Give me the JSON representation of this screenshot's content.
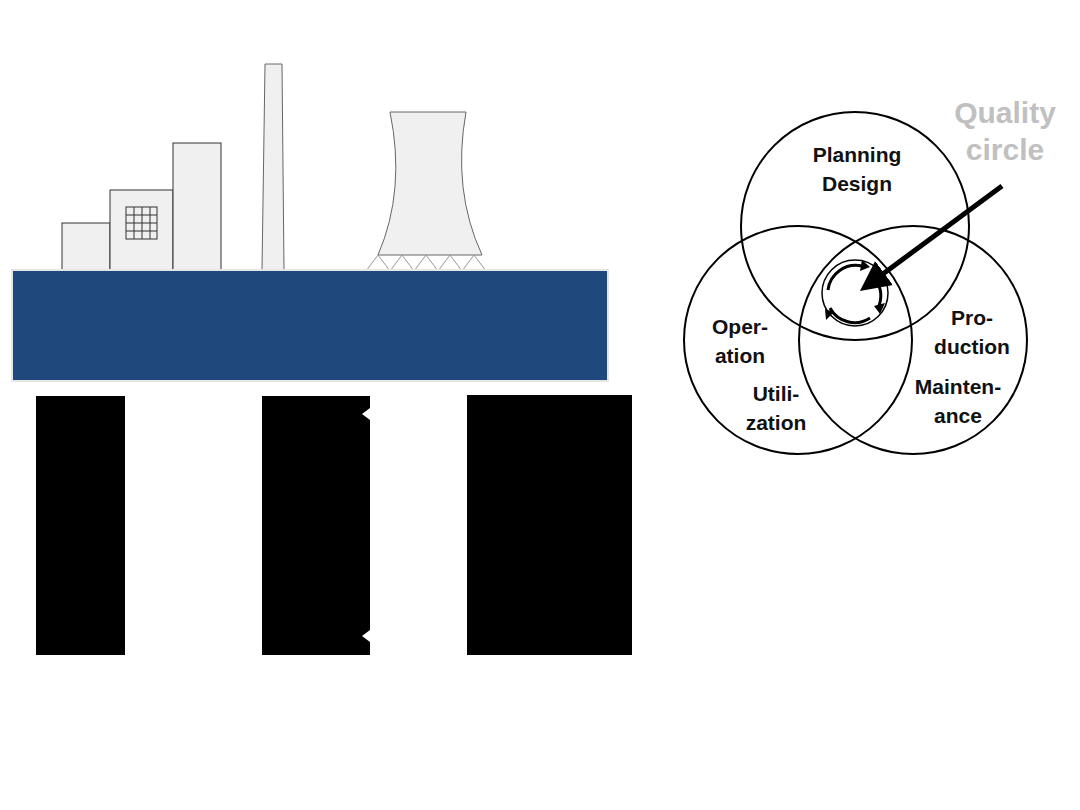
{
  "diagram": {
    "nodes": [
      {
        "text": [
          "Planning Design"
        ]
      },
      {
        "text": [
          "Oper- ation",
          "Utili- zation"
        ]
      },
      {
        "text": [
          "Pro- duction",
          "Mainten- ance"
        ]
      }
    ],
    "labels": [
      "Quality circle"
    ]
  }
}
